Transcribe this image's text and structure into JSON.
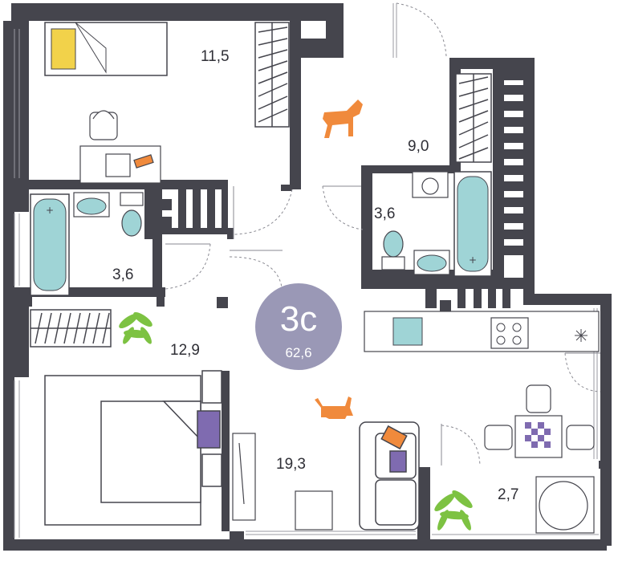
{
  "badge": {
    "type": "3с",
    "total": "62,6",
    "color": "#9a98b6"
  },
  "rooms": [
    {
      "name": "bedroom-1",
      "area": "11,5"
    },
    {
      "name": "hall",
      "area": "9,0"
    },
    {
      "name": "bathroom-2",
      "area": "3,6"
    },
    {
      "name": "bathroom-1",
      "area": "3,6"
    },
    {
      "name": "bedroom-2",
      "area": "12,9"
    },
    {
      "name": "living-room",
      "area": "19,3"
    },
    {
      "name": "balcony",
      "area": "2,7"
    }
  ],
  "colors": {
    "wall": "#45454d",
    "fixture_water": "#9fd4d6",
    "pillow": "#f2d24a",
    "accent_orange": "#f08a3c",
    "accent_purple": "#7f6bb0",
    "plant": "#7dc242"
  },
  "icons": [
    "dog-icon",
    "cat-icon",
    "plant-icon",
    "star-icon"
  ]
}
